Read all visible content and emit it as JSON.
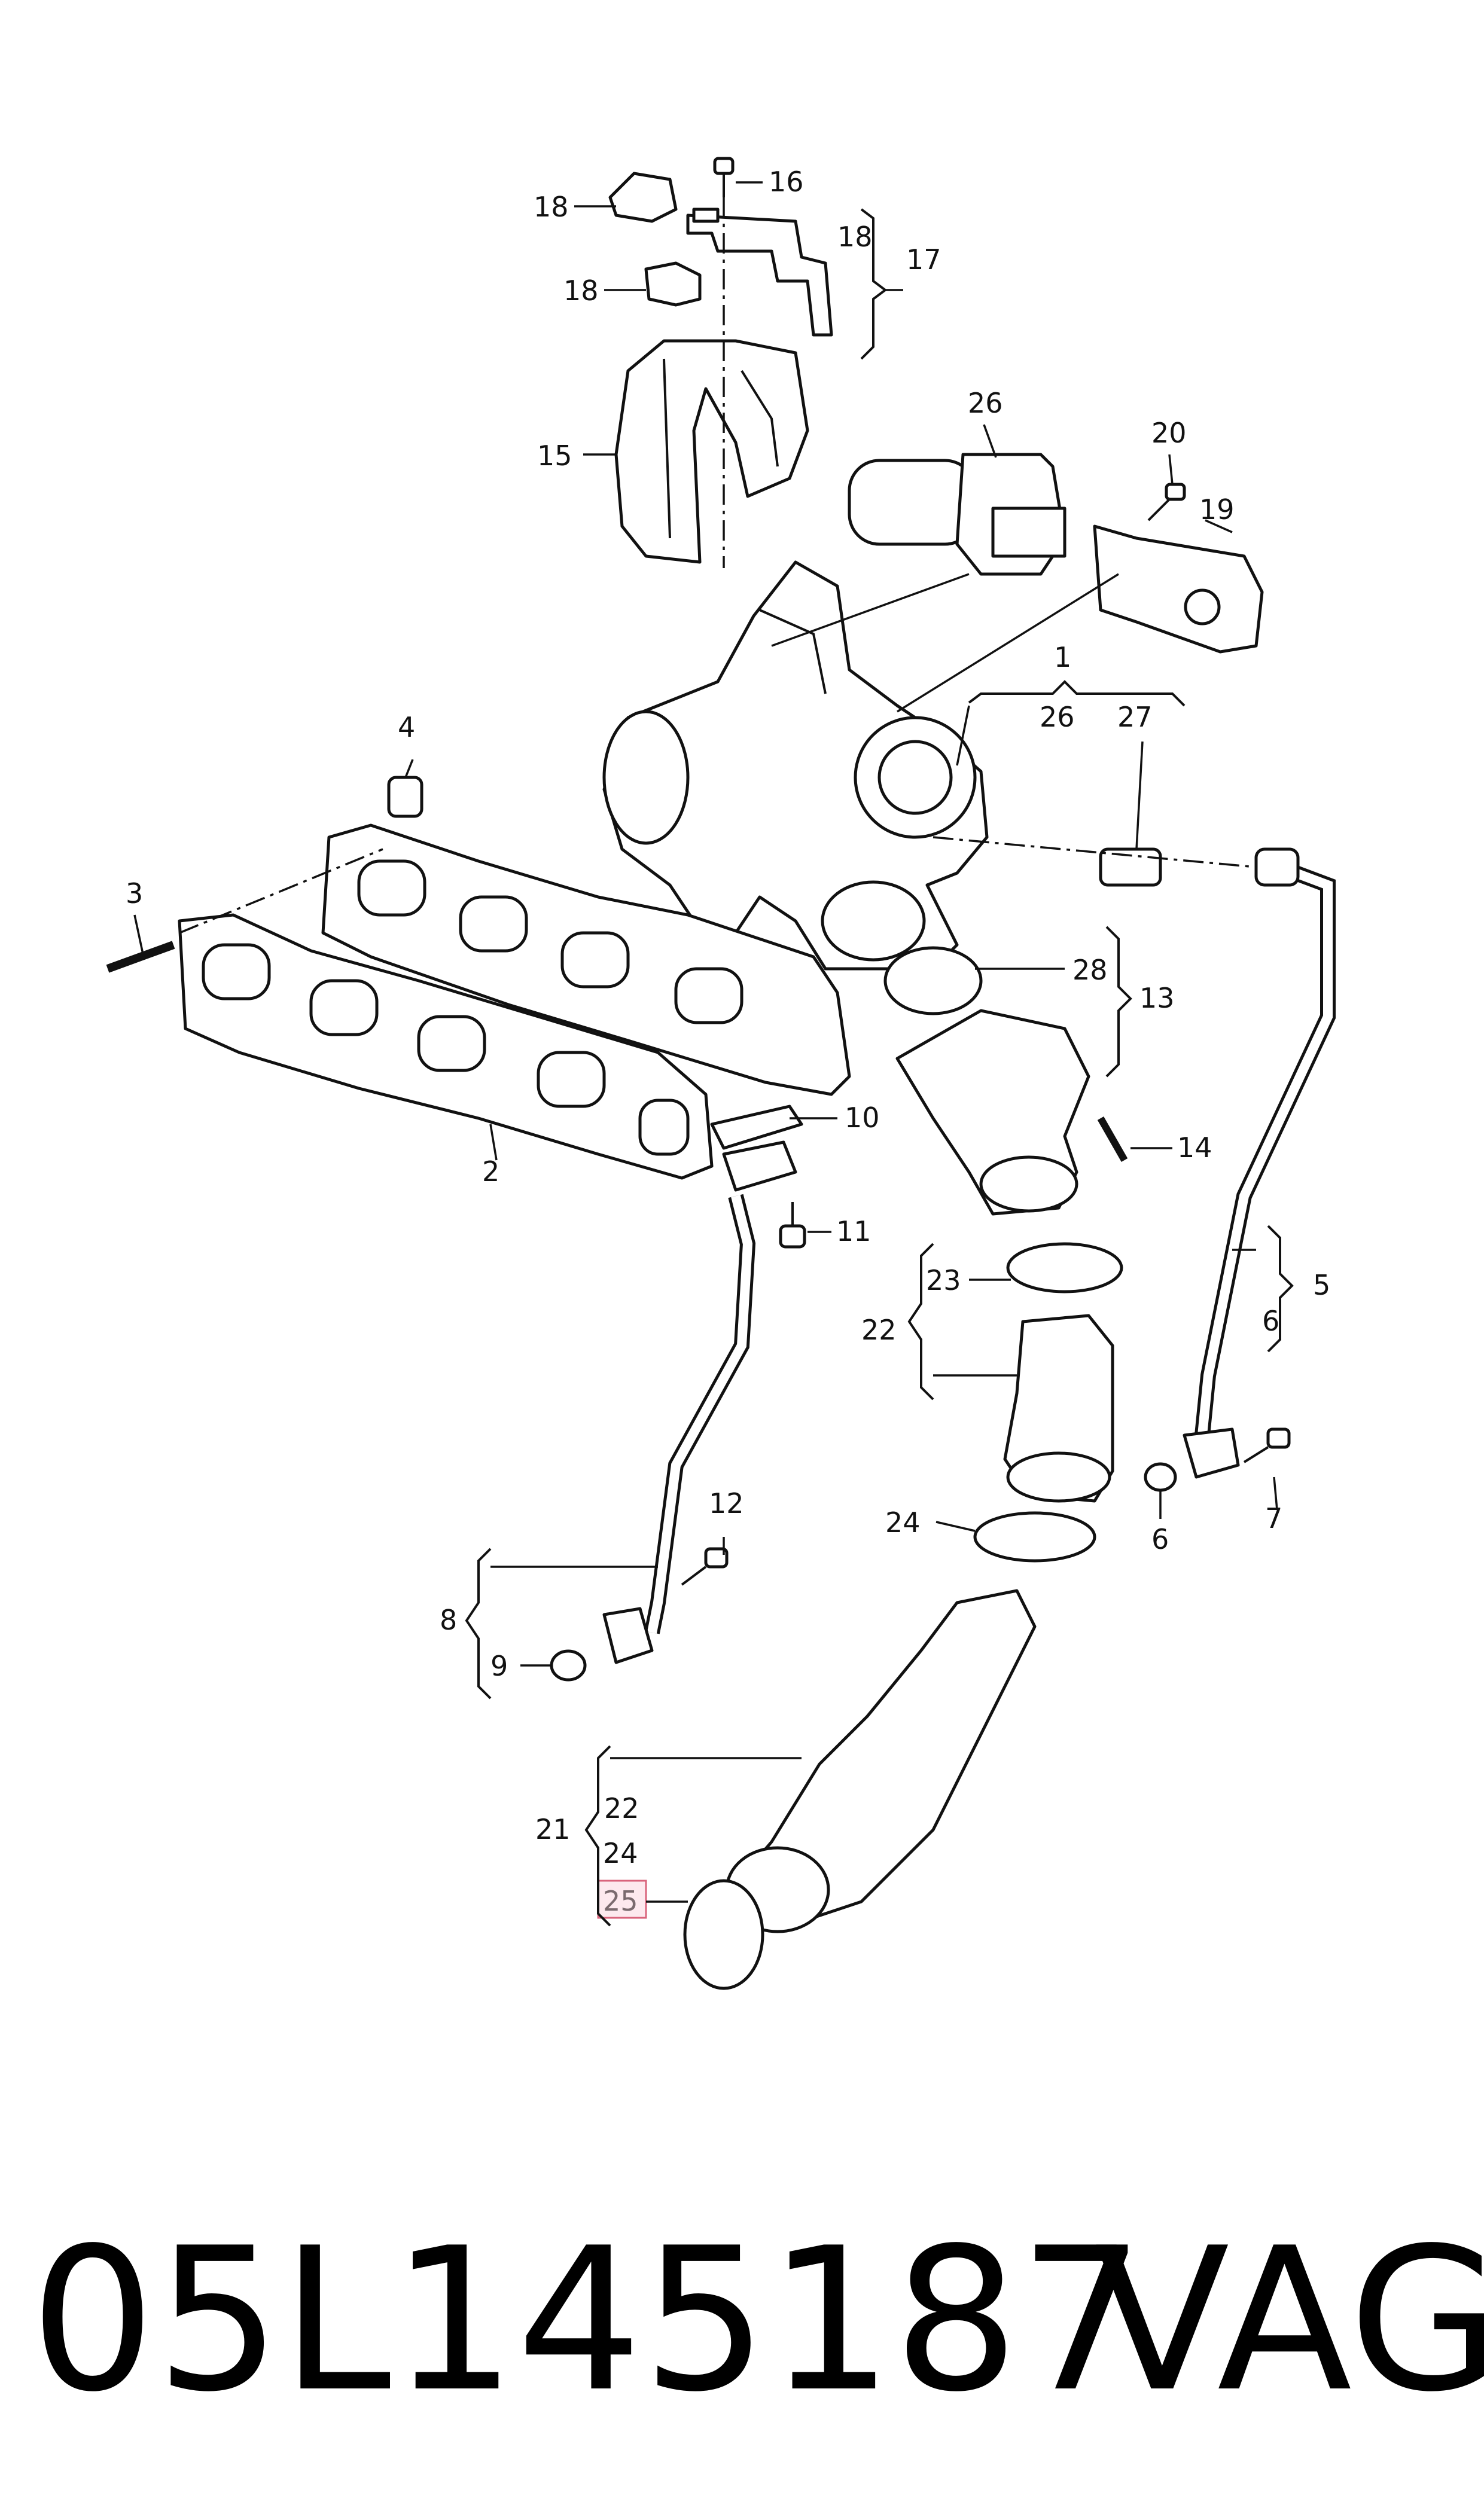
{
  "labels": {
    "l1": "1",
    "l2": "2",
    "l3": "3",
    "l4": "4",
    "l5": "5",
    "l6a": "6",
    "l6b": "6",
    "l7": "7",
    "l8": "8",
    "l9": "9",
    "l10": "10",
    "l11": "11",
    "l12": "12",
    "l13": "13",
    "l14": "14",
    "l15": "15",
    "l16": "16",
    "l17": "17",
    "l18a": "18",
    "l18b": "18",
    "l18c": "18",
    "l19": "19",
    "l20": "20",
    "l21": "21",
    "l22a": "22",
    "l22b": "22",
    "l23": "23",
    "l24a": "24",
    "l24b": "24",
    "l25": "25",
    "l26a": "26",
    "l26b": "26",
    "l27": "27",
    "l28": "28"
  },
  "caption": {
    "part_number": "05L145187",
    "brand": "VAG"
  },
  "colors": {
    "line": "#111111",
    "highlight_fill": "#fde9ee",
    "highlight_stroke": "#d9647c"
  }
}
